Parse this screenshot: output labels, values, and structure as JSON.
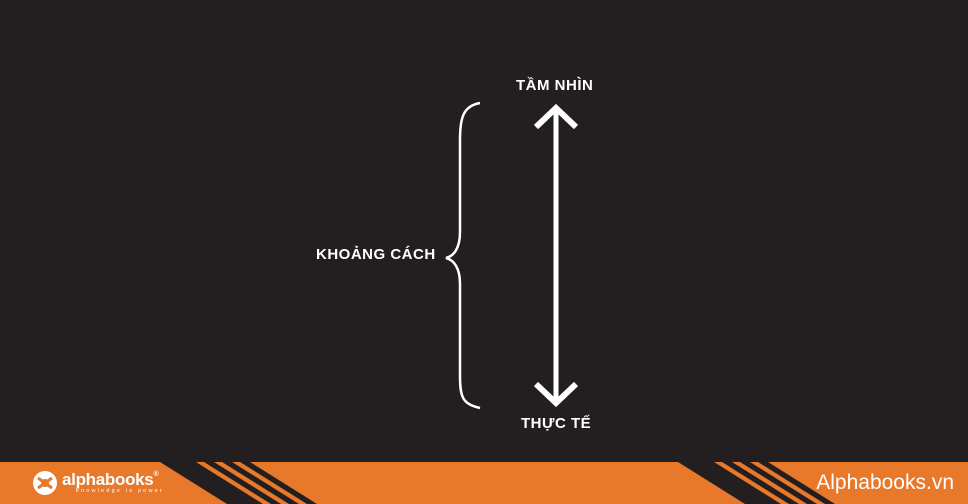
{
  "diagram": {
    "top_label": "TẦM NHÌN",
    "bottom_label": "THỰC TẾ",
    "side_label": "KHOẢNG CÁCH"
  },
  "footer": {
    "logo_name": "alphabooks",
    "logo_registered": "®",
    "logo_tagline": "knowledge is power",
    "site_url": "Alphabooks.vn"
  },
  "colors": {
    "background": "#231f20",
    "footer": "#e8782a",
    "foreground": "#ffffff"
  },
  "icons": [
    "double-headed-arrow",
    "curly-brace",
    "alphabooks-logo-icon"
  ]
}
